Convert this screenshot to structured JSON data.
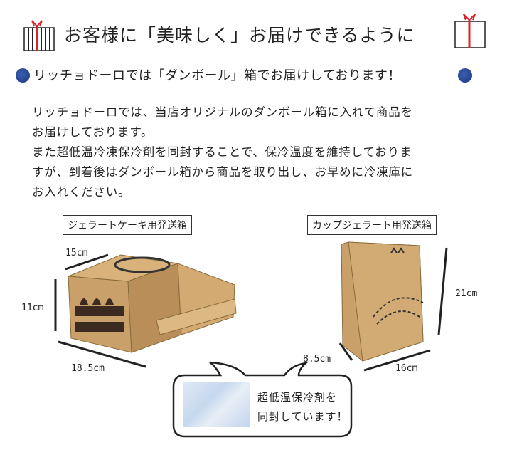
{
  "title": "お客様に「美味しく」お届けできるように",
  "subtitle": "リッチョドーロでは「ダンボール」箱でお届けしております！",
  "body_lines": [
    "リッチョドーロでは、当店オリジナルのダンボール箱に入れて商品を",
    "お届けしております。",
    "また超低温冷凍保冷剤を同封することで、保冷温度を維持しておりま",
    "すが、到着後はダンボール箱から商品を取り出し、お早めに冷凍庫に",
    "お入れください。"
  ],
  "cake_box": {
    "label": "ジェラートケーキ用発送箱",
    "depth": "15cm",
    "height": "11cm",
    "width": "18.5cm"
  },
  "cup_box": {
    "label": "カップジェラート用発送箱",
    "height": "21cm",
    "depth": "8.5cm",
    "width": "16cm"
  },
  "callout": {
    "line1": "超低温保冷剤を",
    "line2": "同封しています！"
  },
  "colors": {
    "ribbon": "#d9252b",
    "dot": "#1f3d8a",
    "cardboard": "#c9a06a"
  }
}
